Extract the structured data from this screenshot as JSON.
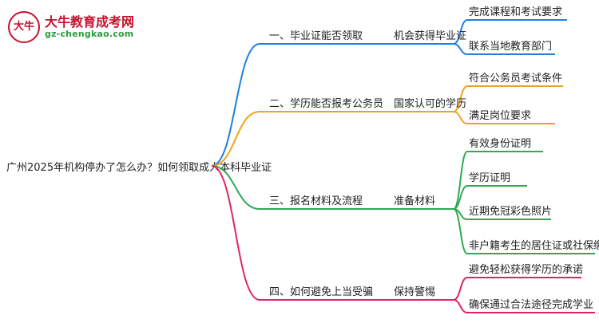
{
  "logo": {
    "mark": "大牛",
    "name": "大牛教育成考网",
    "url": "gz-chengkao.com"
  },
  "root": "广州2025年机构停办了怎么办？如何领取成人本科毕业证",
  "branches": [
    {
      "label": "一、毕业证能否领取",
      "color": "#1f7fe0",
      "mid": "机会获得毕业证",
      "leaves": [
        "完成课程和考试要求",
        "联系当地教育部门"
      ]
    },
    {
      "label": "二、学历能否报考公务员",
      "color": "#f0a31a",
      "mid": "国家认可的学历",
      "leaves": [
        "符合公务员考试条件",
        "满足岗位要求"
      ]
    },
    {
      "label": "三、报名材料及流程",
      "color": "#2eaa55",
      "mid": "准备材料",
      "leaves": [
        "有效身份证明",
        "学历证明",
        "近期免冠彩色照片",
        "非户籍考生的居住证或社保缴纳证明"
      ]
    },
    {
      "label": "四、如何避免上当受骗",
      "color": "#e0245e",
      "mid": "保持警惕",
      "leaves": [
        "避免轻松获得学历的承诺",
        "确保通过合法途径完成学业"
      ]
    }
  ]
}
